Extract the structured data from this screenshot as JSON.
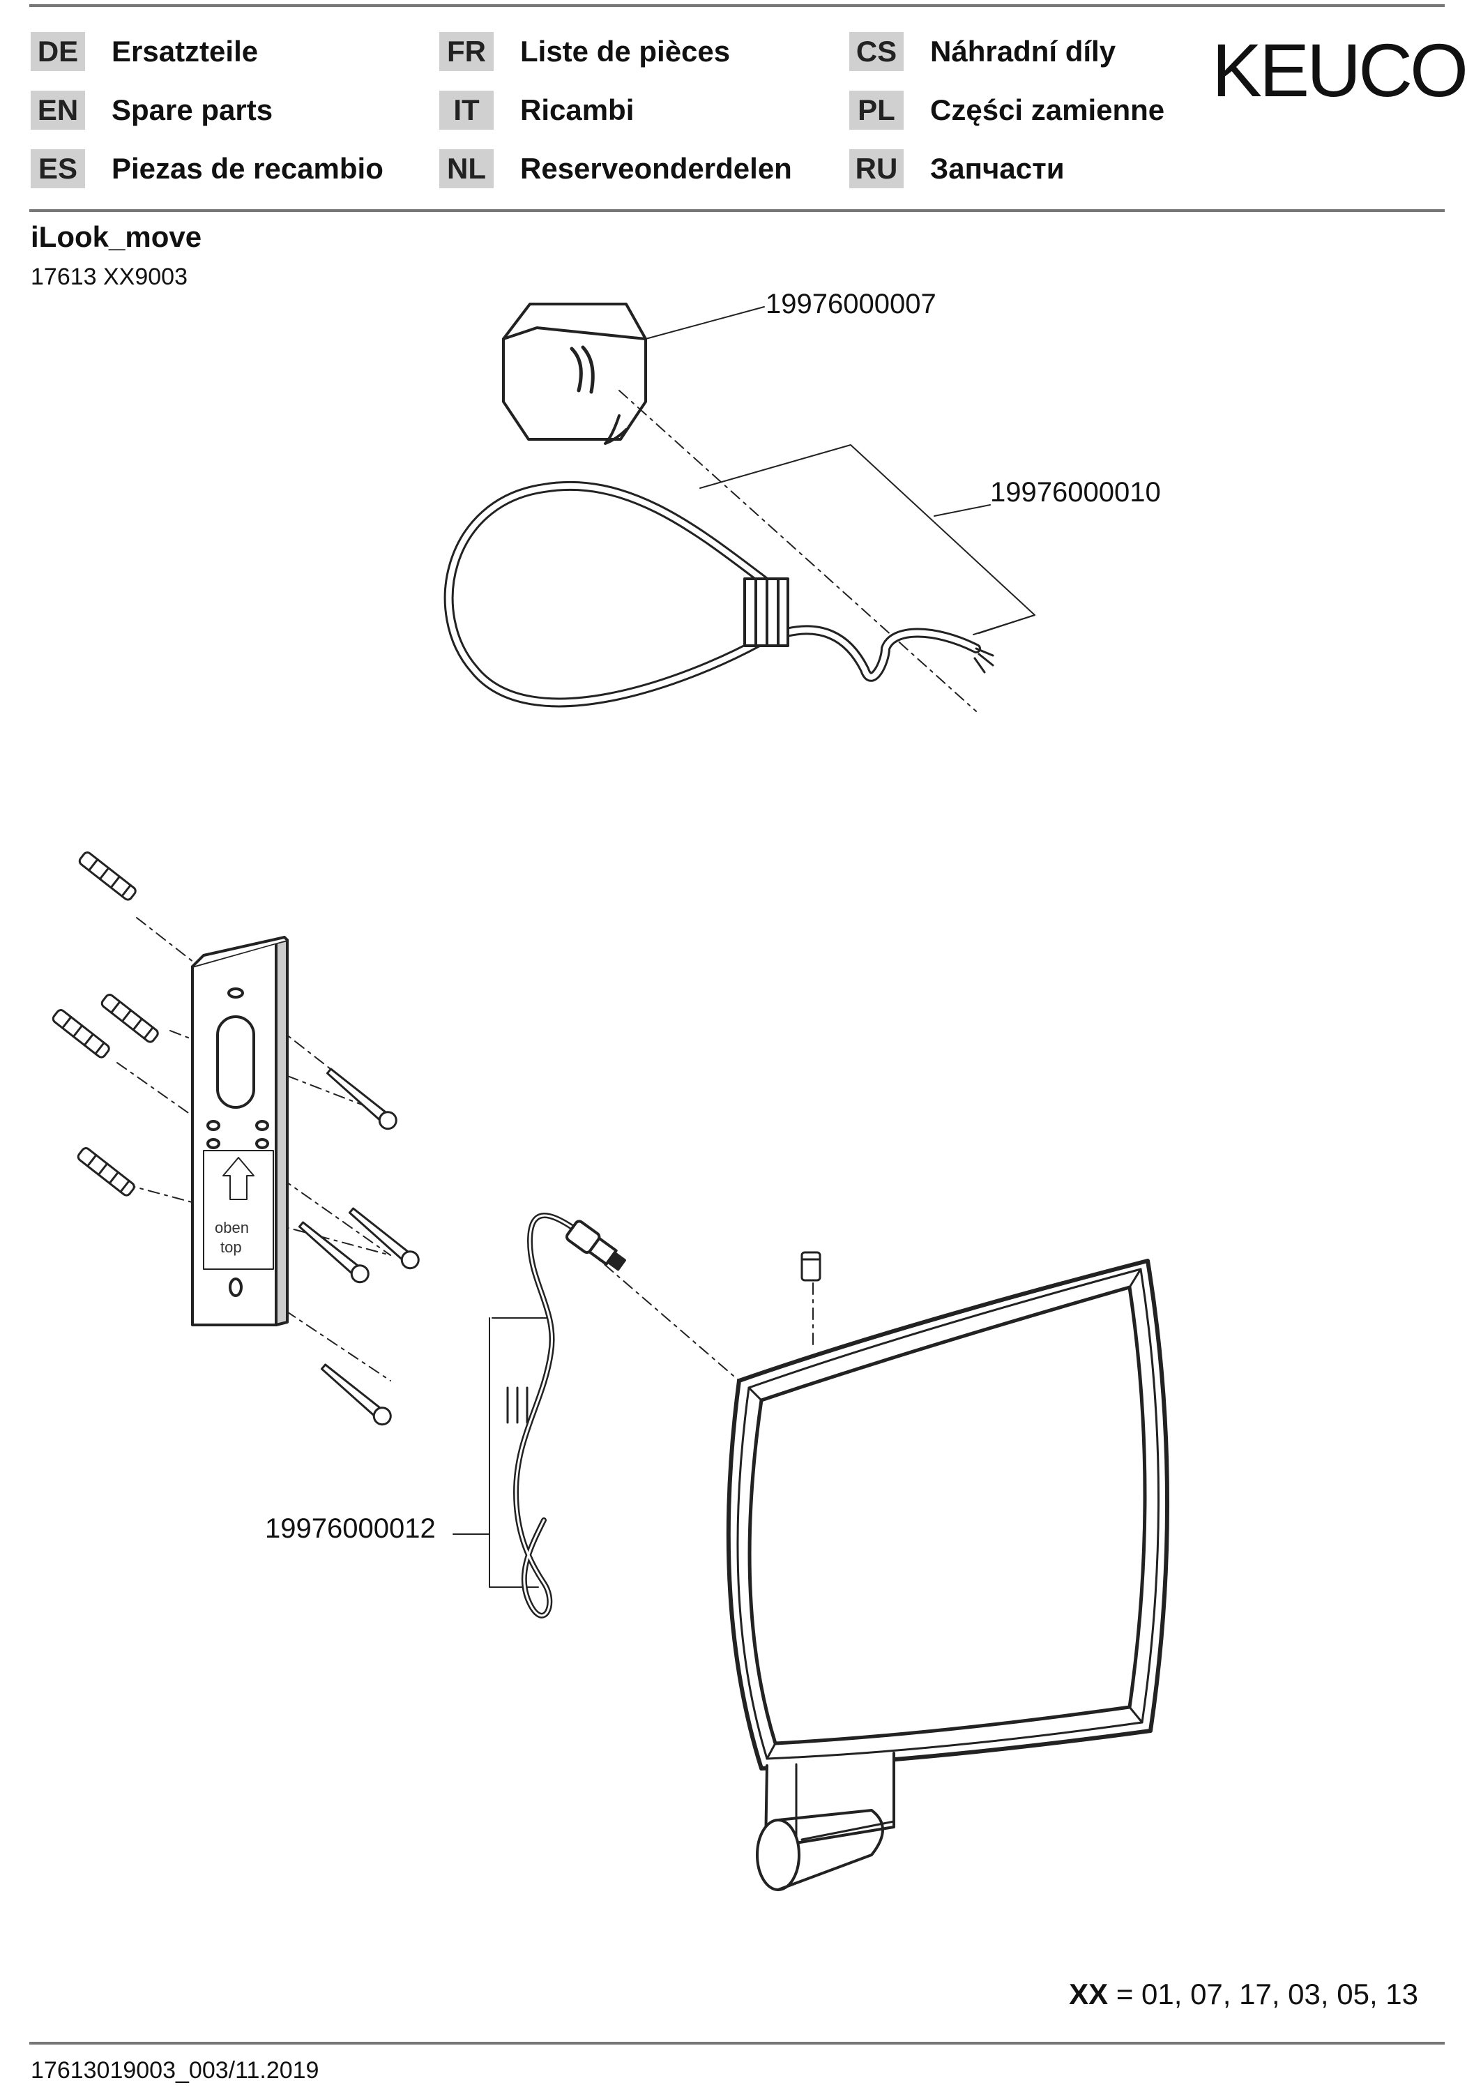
{
  "header": {
    "brand": "KEUCO",
    "languages": [
      {
        "code": "DE",
        "label": "Ersatzteile"
      },
      {
        "code": "EN",
        "label": "Spare parts"
      },
      {
        "code": "ES",
        "label": "Piezas de recambio"
      },
      {
        "code": "FR",
        "label": "Liste de pièces"
      },
      {
        "code": "IT",
        "label": "Ricambi"
      },
      {
        "code": "NL",
        "label": "Reserveonderdelen"
      },
      {
        "code": "CS",
        "label": "Náhradní díly"
      },
      {
        "code": "PL",
        "label": "Części zamienne"
      },
      {
        "code": "RU",
        "label": "Запчасти"
      }
    ]
  },
  "product": {
    "name": "iLook_move",
    "article_number": "17613 XX9003"
  },
  "parts": {
    "transformer_box": "19976000007",
    "connection_cable": "19976000010",
    "mirror_cable": "19976000012"
  },
  "mounting_plate": {
    "label_top": "oben",
    "label_bottom": "top"
  },
  "variants": {
    "key": "XX",
    "values": "= 01, 07, 17, 03, 05, 13"
  },
  "footer": {
    "document_id": "17613019003_003/11.2019"
  }
}
